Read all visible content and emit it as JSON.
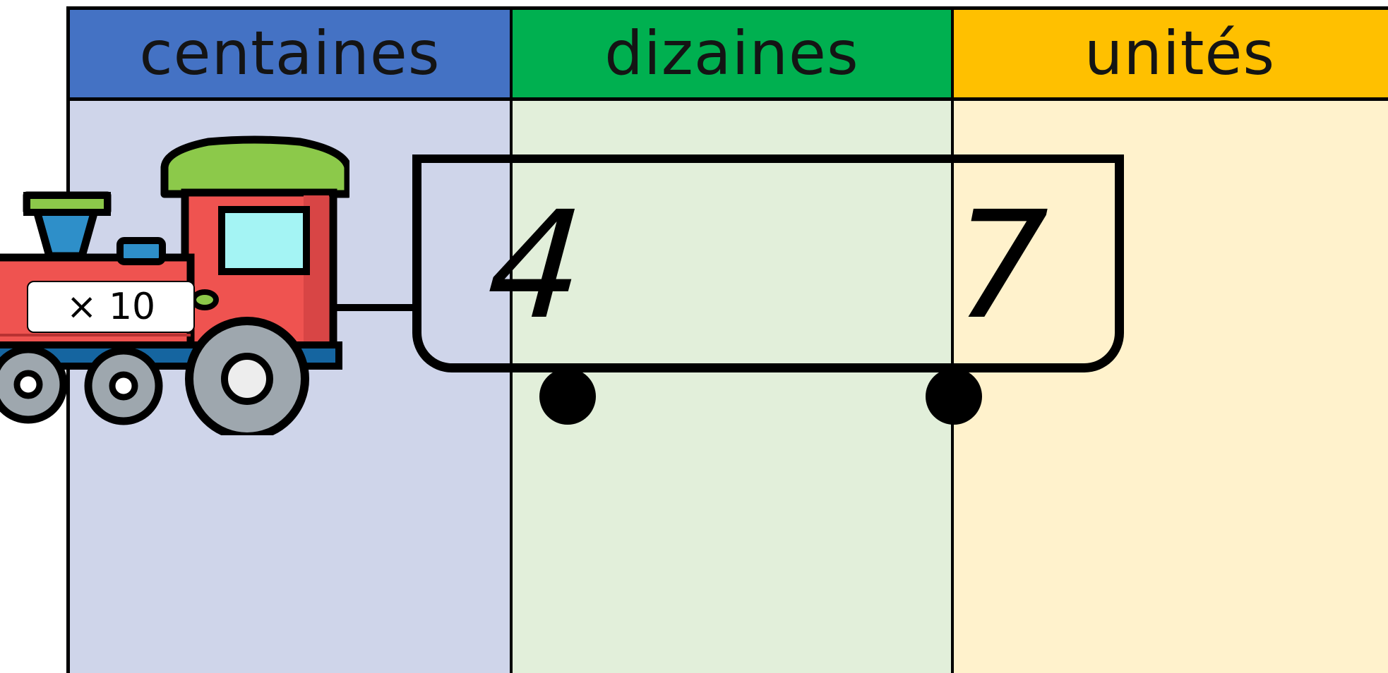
{
  "columns": [
    {
      "label": "centaines",
      "header_color": "#4472C4",
      "body_color": "#CFD5EA"
    },
    {
      "label": "dizaines",
      "header_color": "#00B050",
      "body_color": "#E2EFDA"
    },
    {
      "label": "unités",
      "header_color": "#FFC000",
      "body_color": "#FFF2CC"
    }
  ],
  "wagon": {
    "tens_digit": "4",
    "units_digit": "7"
  },
  "locomotive": {
    "label": "× 10"
  }
}
